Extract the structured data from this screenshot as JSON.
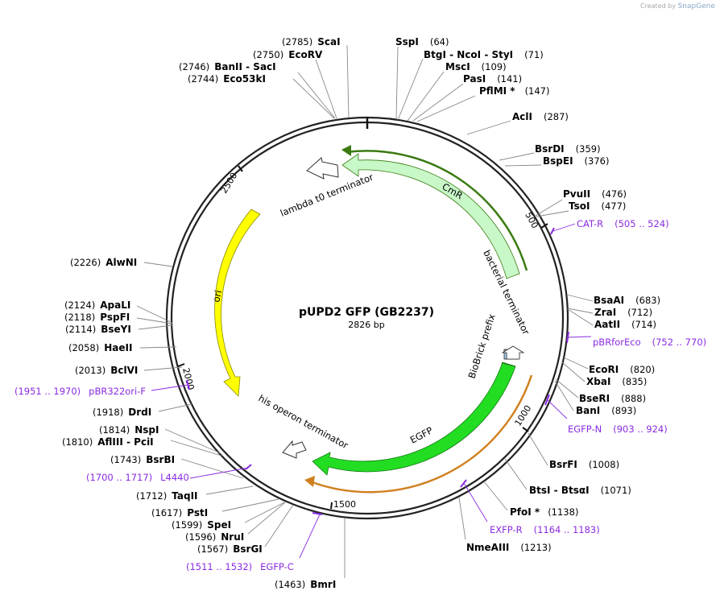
{
  "credit": {
    "prefix": "Created by",
    "brand": "SnapGene"
  },
  "plasmid": {
    "name": "pUPD2 GFP (GB2237)",
    "length": "2826 bp",
    "total_bp": 2826
  },
  "ticks": [
    "500",
    "1000",
    "1500",
    "2000",
    "2500"
  ],
  "sites": [
    {
      "name": "ScaI",
      "pos": "(2785)"
    },
    {
      "name": "EcoRV",
      "pos": "(2750)"
    },
    {
      "name": "BanII  -  SacI",
      "pos": "(2746)"
    },
    {
      "name": "Eco53kI",
      "pos": "(2744)"
    },
    {
      "name": "SspI",
      "pos": "(64)"
    },
    {
      "name": "BtgI  -  NcoI  -  StyI",
      "pos": "(71)"
    },
    {
      "name": "MscI",
      "pos": "(109)"
    },
    {
      "name": "PasI",
      "pos": "(141)"
    },
    {
      "name": "PflMI *",
      "pos": "(147)"
    },
    {
      "name": "AclI",
      "pos": "(287)"
    },
    {
      "name": "BsrDI",
      "pos": "(359)"
    },
    {
      "name": "BspEI",
      "pos": "(376)"
    },
    {
      "name": "PvuII",
      "pos": "(476)"
    },
    {
      "name": "TsoI",
      "pos": "(477)"
    },
    {
      "name": "BsaAI",
      "pos": "(683)"
    },
    {
      "name": "ZraI",
      "pos": "(712)"
    },
    {
      "name": "AatII",
      "pos": "(714)"
    },
    {
      "name": "EcoRI",
      "pos": "(820)"
    },
    {
      "name": "XbaI",
      "pos": "(835)"
    },
    {
      "name": "BseRI",
      "pos": "(888)"
    },
    {
      "name": "BanI",
      "pos": "(893)"
    },
    {
      "name": "BsrFI",
      "pos": "(1008)"
    },
    {
      "name": "BtsI  -  BtsαI",
      "pos": "(1071)"
    },
    {
      "name": "PfoI *",
      "pos": "(1138)"
    },
    {
      "name": "NmeAIII",
      "pos": "(1213)"
    },
    {
      "name": "BmrI",
      "pos": "(1463)"
    },
    {
      "name": "BsrGI",
      "pos": "(1567)"
    },
    {
      "name": "NruI",
      "pos": "(1596)"
    },
    {
      "name": "SpeI",
      "pos": "(1599)"
    },
    {
      "name": "PstI",
      "pos": "(1617)"
    },
    {
      "name": "TaqII",
      "pos": "(1712)"
    },
    {
      "name": "BsrBI",
      "pos": "(1743)"
    },
    {
      "name": "AflIII  -  PciI",
      "pos": "(1810)"
    },
    {
      "name": "NspI",
      "pos": "(1814)"
    },
    {
      "name": "DrdI",
      "pos": "(1918)"
    },
    {
      "name": "BclVI",
      "pos": "(2013)"
    },
    {
      "name": "HaeII",
      "pos": "(2058)"
    },
    {
      "name": "BseYI",
      "pos": "(2114)"
    },
    {
      "name": "PspFI",
      "pos": "(2118)"
    },
    {
      "name": "ApaLI",
      "pos": "(2124)"
    },
    {
      "name": "AlwNI",
      "pos": "(2226)"
    }
  ],
  "primers": [
    {
      "name": "CAT-R",
      "range": "(505 .. 524)"
    },
    {
      "name": "pBRforEco",
      "range": "(752 .. 770)"
    },
    {
      "name": "EGFP-N",
      "range": "(903 .. 924)"
    },
    {
      "name": "EXFP-R",
      "range": "(1164 .. 1183)"
    },
    {
      "name": "EGFP-C",
      "range": "(1511 .. 1532)"
    },
    {
      "name": "L4440",
      "range": "(1700 .. 1717)"
    },
    {
      "name": "pBR322ori-F",
      "range": "(1951 .. 1970)"
    }
  ],
  "features": {
    "cmr": "CmR",
    "bacterial_terminator": "bacterial terminator",
    "biobrick_prefix": "BioBrick prefix",
    "egfp": "EGFP",
    "his_operon_terminator": "his operon terminator",
    "ori": "ori",
    "lambda_terminator": "lambda t0 terminator"
  },
  "colors": {
    "cmr": "#c8f7c8",
    "egfp": "#22dd22",
    "ori": "#ffff00",
    "primer": "#8a2be2",
    "orf_outline_cmr": "#3a7a10",
    "orf_outline_egfp": "#d08020",
    "biobrick": "#a8d0f0"
  }
}
